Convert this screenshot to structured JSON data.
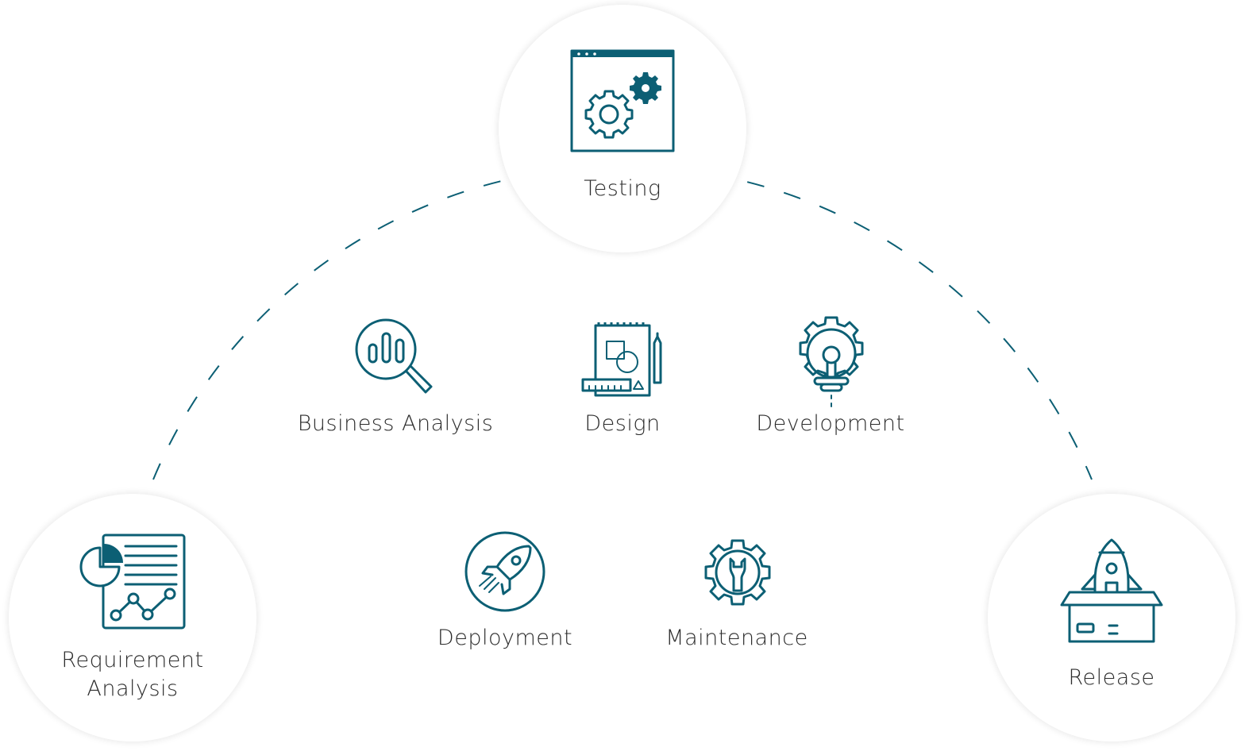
{
  "diagram": {
    "accent_color": "#0c5f74",
    "outer_nodes": [
      {
        "id": "testing",
        "label": "Testing",
        "icon": "browser-gears-icon"
      },
      {
        "id": "requirement",
        "label_line1": "Requirement",
        "label_line2": "Analysis",
        "icon": "report-chart-icon"
      },
      {
        "id": "release",
        "label": "Release",
        "icon": "rocket-box-icon"
      }
    ],
    "inner_items": [
      {
        "id": "business",
        "label": "Business Analysis",
        "icon": "magnifier-bar-chart-icon"
      },
      {
        "id": "design",
        "label": "Design",
        "icon": "blueprint-ruler-icon"
      },
      {
        "id": "development",
        "label": "Development",
        "icon": "gear-lightbulb-icon"
      },
      {
        "id": "deployment",
        "label": "Deployment",
        "icon": "rocket-circle-icon"
      },
      {
        "id": "maintenance",
        "label": "Maintenance",
        "icon": "gear-wrench-icon"
      }
    ]
  }
}
